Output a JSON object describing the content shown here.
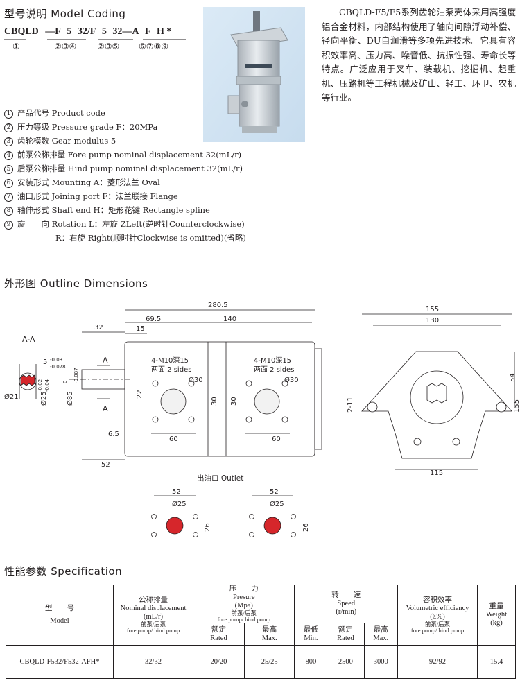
{
  "model_coding": {
    "title": "型号说明 Model Coding",
    "code_parts": [
      "CBQLD",
      "—F",
      "5",
      "32/F",
      "5",
      "32—A",
      "F",
      "H",
      "*"
    ],
    "code_numbers": [
      "①",
      "②③④",
      "②③⑤",
      "⑥⑦⑧⑨"
    ]
  },
  "legend": [
    {
      "num": "1",
      "text": "产品代号 Product code"
    },
    {
      "num": "2",
      "text": "压力等级 Pressure grade F：20MPa"
    },
    {
      "num": "3",
      "text": "齿轮模数 Gear modulus 5"
    },
    {
      "num": "4",
      "text": "前泵公称排量 Fore pump nominal displacement 32(mL/r)"
    },
    {
      "num": "5",
      "text": "后泵公称排量 Hind pump nominal displacement 32(mL/r)"
    },
    {
      "num": "6",
      "text": "安装形式 Mounting A：菱形法兰 Oval"
    },
    {
      "num": "7",
      "text": "油口形式 Joining port F：法兰联接 Flange"
    },
    {
      "num": "8",
      "text": "轴伸形式 Shaft end H：矩形花键 Rectangle spline"
    },
    {
      "num": "9",
      "text": "旋　　向 Rotation L：左旋 ZLeft(逆时针Counterclockwise)"
    },
    {
      "num": "",
      "text": "R：右旋 Right(顺时针Clockwise is omitted)(省略)"
    }
  ],
  "description": "CBQLD-F5/F5系列齿轮油泵壳体采用高强度铝合金材料，内部结构使用了轴向间隙浮动补偿、径向平衡、DU自润滑等多项先进技术。它具有容积效率高、压力高、噪音低、抗振性强、寿命长等特点。广泛应用于叉车、装载机、挖掘机、起重机、压路机等工程机械及矿山、轻工、环卫、农机等行业。",
  "outline": {
    "title": "外形图 Outline Dimensions",
    "section_label": "A-A",
    "outlet_label": "出油口 Outlet",
    "dims": {
      "total": "280.5",
      "d140": "140",
      "d69_5": "69.5",
      "d32": "32",
      "d15": "15",
      "d52": "52",
      "d6_5": "6.5",
      "d22": "22",
      "d60a": "60",
      "d60b": "60",
      "d30a": "30",
      "d30b": "30",
      "phi30a": "Ø30",
      "phi30b": "Ø30",
      "thread_a": "4-M10深15",
      "sides_a": "两面 2 sides",
      "thread_b": "4-M10深15",
      "sides_b": "两面 2 sides",
      "phi85": "Ø85",
      "phi85_tol_up": "0",
      "phi85_tol_dn": "-0.087",
      "phi21": "Ø21",
      "phi25": "Ø25",
      "phi25_tol_up": "-0.02",
      "phi25_tol_dn": "-0.04",
      "key5": "5",
      "key5_tol_up": "-0.03",
      "key5_tol_dn": "-0.078",
      "sec_a1": "A",
      "sec_a2": "A",
      "w155": "155",
      "w130": "130",
      "h54": "54",
      "h155": "155",
      "b115": "115",
      "spline": "2-11",
      "o52a": "52",
      "o25a": "Ø25",
      "o26a": "26",
      "o52b": "52",
      "o25b": "Ø25",
      "o26b": "26"
    }
  },
  "specification": {
    "title": "性能参数 Specification",
    "headers": {
      "model_cn": "型　　号",
      "model_en": "Model",
      "disp_cn": "公称排量",
      "disp_en": "Nominal displacement",
      "disp_unit": "(mL/r)",
      "disp_sub": "前泵/后泵",
      "disp_sub_en": "fore pump/ hind pump",
      "pres_cn": "压　　力",
      "pres_en": "Presure",
      "pres_unit": "(Mpa)",
      "pres_sub": "前泵/后泵",
      "pres_sub_en": "fore pump/ hind pump",
      "rated_cn": "额定",
      "rated_en": "Rated",
      "max_cn": "最高",
      "max_en": "Max.",
      "speed_cn": "转　　速",
      "speed_en": "Speed",
      "speed_unit": "(r/min)",
      "min_cn": "最低",
      "min_en": "Min.",
      "srated_cn": "额定",
      "srated_en": "Rated",
      "smax_cn": "最高",
      "smax_en": "Max.",
      "eff_cn": "容积效率",
      "eff_en": "Volumetric efficiency",
      "eff_unit": "(≥%)",
      "eff_sub": "前泵/后泵",
      "eff_sub_en": "fore pump/ hind pump",
      "wt_cn": "重量",
      "wt_en": "Weight",
      "wt_unit": "(kg)"
    },
    "row": {
      "model": "CBQLD-F532/F532-AFH*",
      "disp": "32/32",
      "rated": "20/20",
      "max": "25/25",
      "min_speed": "800",
      "rated_speed": "2500",
      "max_speed": "3000",
      "eff": "92/92",
      "weight": "15.4"
    }
  }
}
